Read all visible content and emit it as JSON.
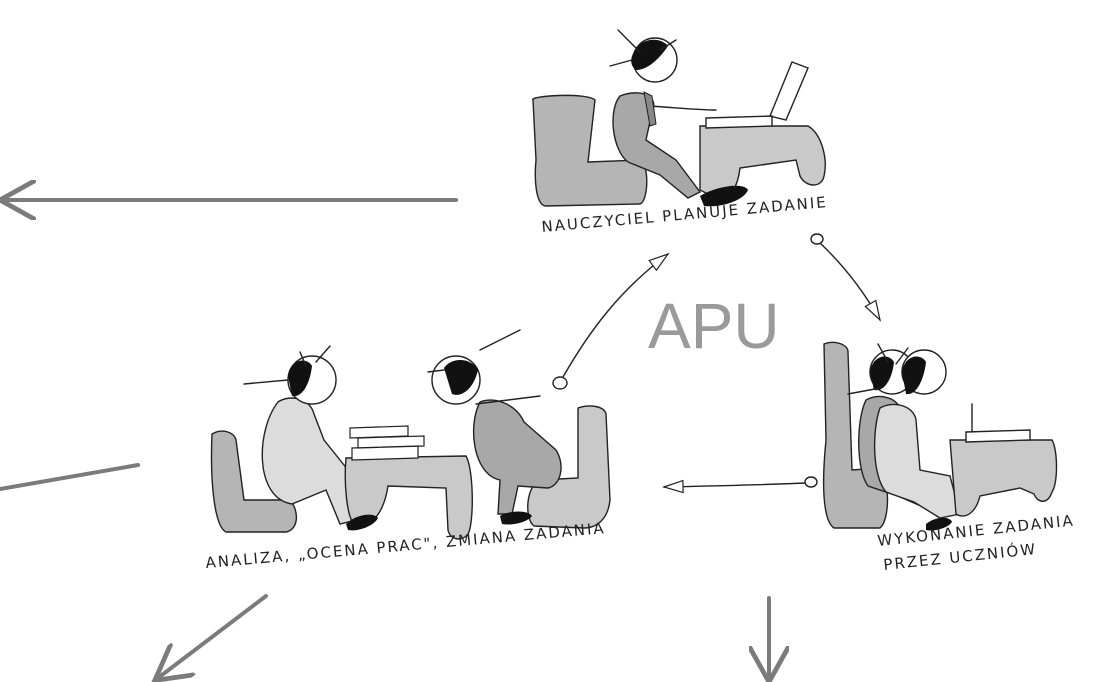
{
  "center_label": "APU",
  "scenes": {
    "teacher": {
      "caption": "NAUCZYCIEL PLANUJE ZADANIE"
    },
    "students": {
      "caption_line1": "WYKONANIE ZADANIA",
      "caption_line2": "PRZEZ UCZNIÓW"
    },
    "analysis": {
      "caption": "ANALIZA, „OCENA PRAC\", ZMIANA ZADANIA"
    }
  },
  "colors": {
    "chair_dark": "#b5b5b5",
    "desk_light": "#c9c9c9",
    "body_mid": "#a8a8a8",
    "shirt_light": "#dcdcdc",
    "hair": "#111111",
    "outer_arrow": "#7b7b7b",
    "center_text": "#9a9a9a"
  }
}
